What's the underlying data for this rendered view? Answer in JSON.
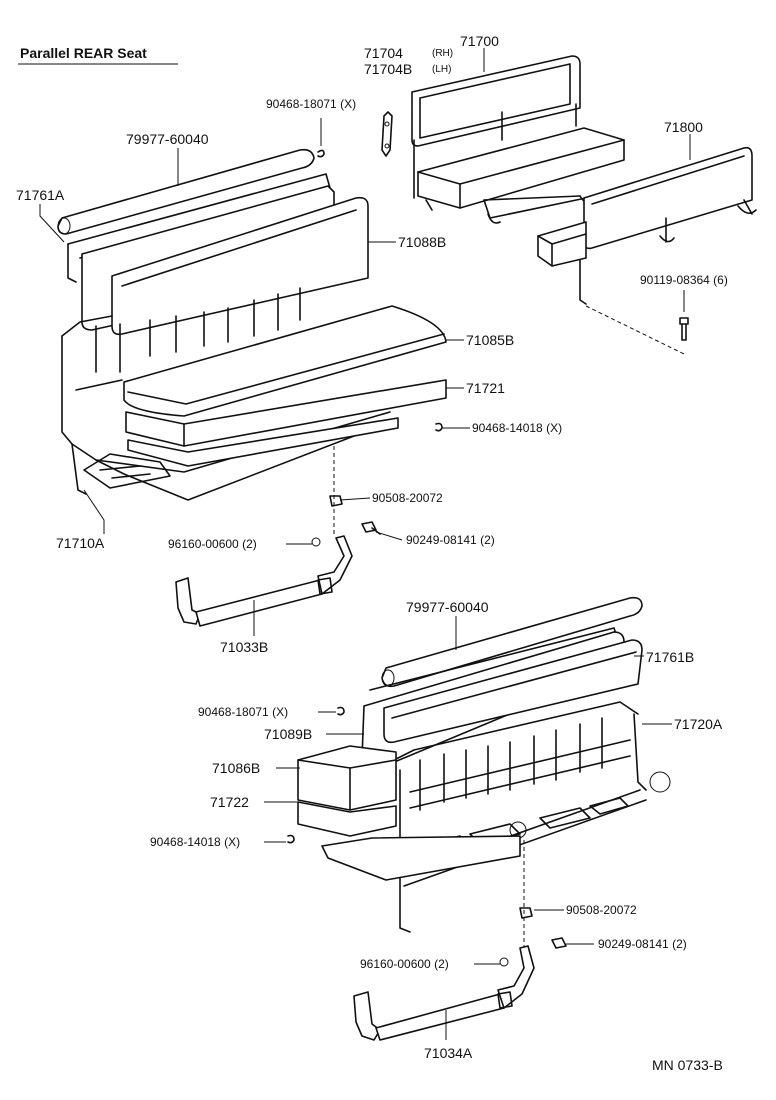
{
  "title": "Parallel REAR Seat",
  "footer_code": "MN 0733-B",
  "upper_group": {
    "seat_back_pad_label": "71700",
    "hinge_rh": "71704",
    "hinge_lh": "71704B",
    "hinge_rh_side": "(RH)",
    "hinge_lh_side": "(LH)",
    "clip_label": "90468-18071 (X)",
    "bench_label": "71800",
    "bolt_label": "90119-08364 (6)",
    "cover_label": "79977-60040",
    "seat_cover_label": "71761A",
    "back_label": "71088B",
    "cushion_label": "71085B",
    "pad_label": "71721",
    "clip2_label": "90468-14018 (X)",
    "frame_label": "71710A",
    "washer_label": "90508-20072",
    "bolt2_label": "90249-08141 (2)",
    "nut_label": "96160-00600 (2)",
    "leg_label": "71033B"
  },
  "lower_group": {
    "cover_label": "79977-60040",
    "seat_cover_label": "71761B",
    "clip_label": "90468-18071 (X)",
    "back_label": "71089B",
    "frame_label": "71720A",
    "cushion_label": "71086B",
    "pad_label": "71722",
    "clip2_label": "90468-14018 (X)",
    "washer_label": "90508-20072",
    "bolt2_label": "90249-08141 (2)",
    "nut_label": "96160-00600 (2)",
    "leg_label": "71034A"
  }
}
